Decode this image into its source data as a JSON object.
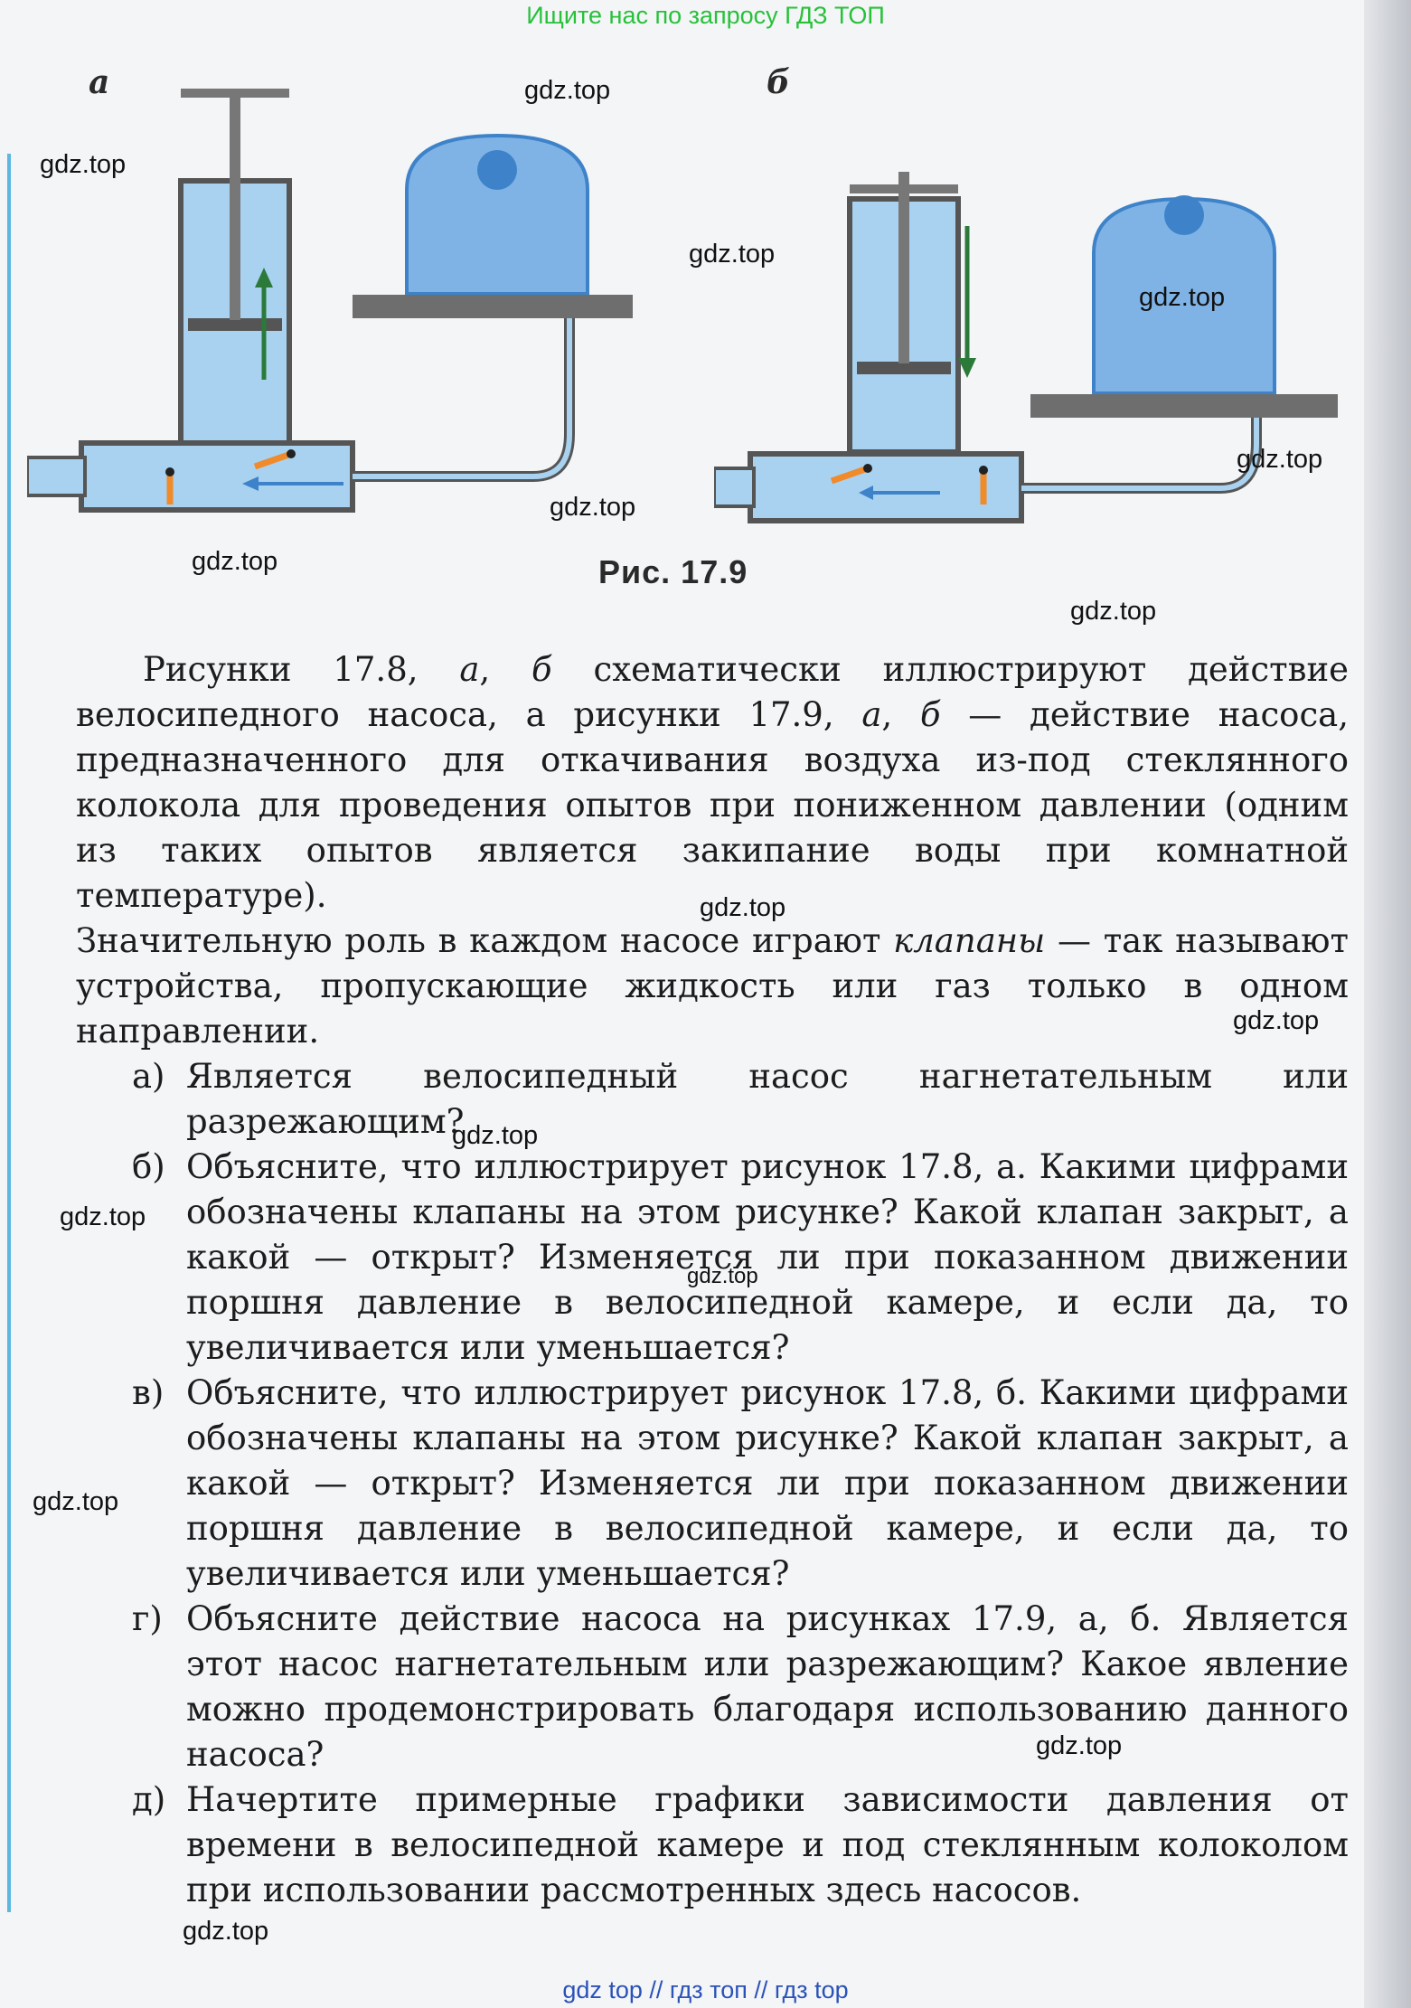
{
  "banner_top": "Ищите нас по запросу ГДЗ ТОП",
  "banner_bottom": "gdz top  //  гдз топ  //  гдз top",
  "figure": {
    "label_a": "а",
    "label_b": "б",
    "caption": "Рис.  17.9"
  },
  "watermarks": [
    "gdz.top",
    "gdz.top",
    "gdz.top",
    "gdz.top",
    "gdz.top",
    "gdz.top",
    "gdz.top",
    "gdz.top",
    "gdz.top",
    "gdz.top",
    "gdz.top",
    "gdz.top",
    "gdz.top",
    "gdz.top",
    "gdz.top",
    "gdz.top"
  ],
  "intro": {
    "part1": "Рисунки 17.8, ",
    "a1": "а",
    "comma1": ", ",
    "b1": "б",
    "part2": " схематически иллюстрируют действие велосипедного насоса, а рисунки 17.9, ",
    "a2": "а",
    "comma2": ", ",
    "b2": "б",
    "part3": " — действие насоса, предназначенного для откачивания воздуха из-под стеклянного колокола для проведения опытов при пониженном давлении (одним из таких опытов является закипание воды при комнатной температуре).",
    "part4": "Значительную роль в каждом насосе играют ",
    "valves": "клапаны",
    "part5": " — так называют устройства, пропускающие жидкость или газ только в одном направлении."
  },
  "tasks": [
    {
      "letter": "а)",
      "text": "Является велосипедный насос нагнетательным или разрежающим?"
    },
    {
      "letter": "б)",
      "text": "Объясните, что иллюстрирует рисунок 17.8, а. Какими цифрами обозначены клапаны на этом рисунке? Какой клапан закрыт, а какой — открыт? Изменяется ли при показанном движении поршня давление в велосипедной камере, и если да, то увеличивается или уменьшается?"
    },
    {
      "letter": "в)",
      "text": "Объясните, что иллюстрирует рисунок 17.8, б. Какими цифрами обозначены клапаны на этом рисунке? Какой клапан закрыт, а какой — открыт? Изменяется ли при показанном движении поршня давление в велосипедной камере, и если да, то увеличивается или уменьшается?"
    },
    {
      "letter": "г)",
      "text": "Объясните действие насоса на рисунках 17.9, а, б. Является этот насос нагнетательным или разрежающим? Какое явление можно продемонстрировать благодаря использованию данного насоса?"
    },
    {
      "letter": "д)",
      "text": "Начертите примерные графики зависимости давления от времени в велосипедной камере и под стеклянным колоколом при использовании рассмотренных здесь насосов."
    }
  ]
}
